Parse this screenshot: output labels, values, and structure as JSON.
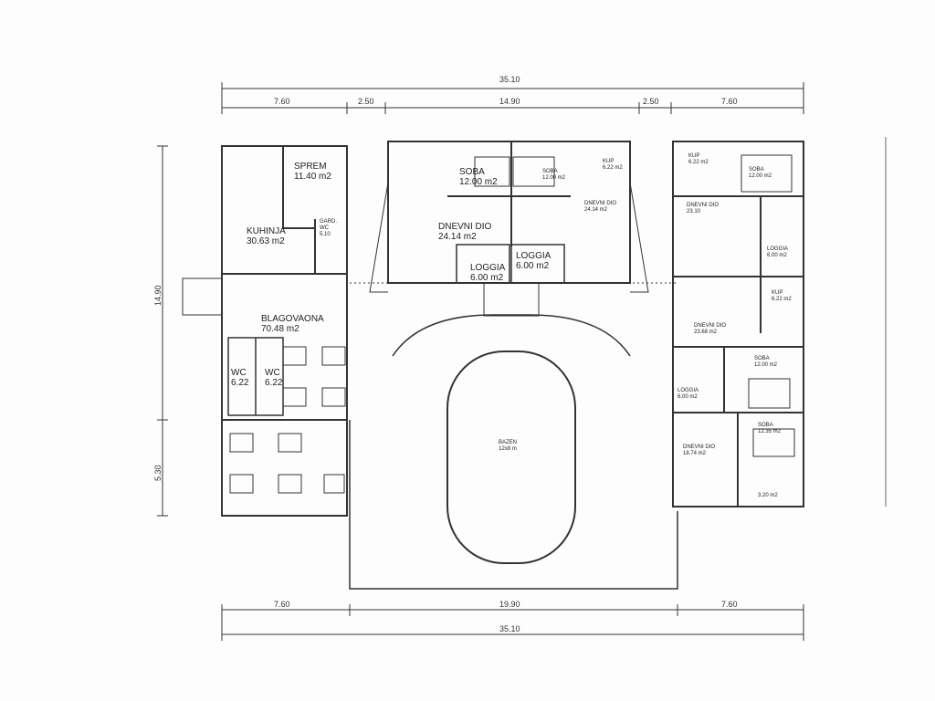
{
  "dimensions": {
    "top_total": "35.10",
    "top_segments": [
      "7.60",
      "2.50",
      "14.90",
      "2.50",
      "7.60"
    ],
    "bottom_segments": [
      "7.60",
      "19.90",
      "7.60"
    ],
    "bottom_total": "35.10",
    "left_upper": "14.90",
    "left_lower": "5.30"
  },
  "rooms": {
    "sprem": {
      "name": "SPREM",
      "area": "11.40 m2"
    },
    "kuhinja": {
      "name": "KUHINJA",
      "area": "30.63 m2"
    },
    "gard_wc": {
      "name": "GARD. WC",
      "area": "5.10"
    },
    "blagovaona": {
      "name": "BLAGOVAONA",
      "area": "70.48 m2"
    },
    "wc1": {
      "name": "WC",
      "area": "6.22"
    },
    "wc2": {
      "name": "WC",
      "area": "6.22"
    },
    "soba_c1": {
      "name": "SOBA",
      "area": "12.00 m2"
    },
    "soba_c2": {
      "name": "SOBA",
      "area": "12.00 m2"
    },
    "kup_c": {
      "name": "KUP",
      "area": "6.22 m2"
    },
    "dnevni_c1": {
      "name": "DNEVNI DIO",
      "area": "24.14 m2"
    },
    "dnevni_c2": {
      "name": "DNEVNI DIO",
      "area": "24.14 m2"
    },
    "loggia_c1": {
      "name": "LOGGIA",
      "area": "6.00 m2"
    },
    "loggia_c2": {
      "name": "LOGGIA",
      "area": "6.00 m2"
    },
    "kup_r1": {
      "name": "KUP",
      "area": "6.22 m2"
    },
    "soba_r1": {
      "name": "SOBA",
      "area": "12.00 m2"
    },
    "dnevni_r1": {
      "name": "DNEVNI DIO",
      "area": "23.10"
    },
    "loggia_r1": {
      "name": "LOGGIA",
      "area": "6.00 m2"
    },
    "kup_r2": {
      "name": "KUP",
      "area": "6.22 m2"
    },
    "dnevni_r2": {
      "name": "DNEVNI DIO",
      "area": "23.68 m2"
    },
    "soba_r2": {
      "name": "SOBA",
      "area": "12.00 m2"
    },
    "loggia_r2": {
      "name": "LOGGIA",
      "area": "6.00 m2"
    },
    "soba_r3": {
      "name": "SOBA",
      "area": "12.35 m2"
    },
    "dnevni_r3": {
      "name": "DNEVNI DIO",
      "area": "18.74 m2"
    },
    "kup_r3": {
      "area": "3.20 m2"
    },
    "bazen": {
      "name": "BAZEN",
      "area": "12x8 m"
    }
  }
}
